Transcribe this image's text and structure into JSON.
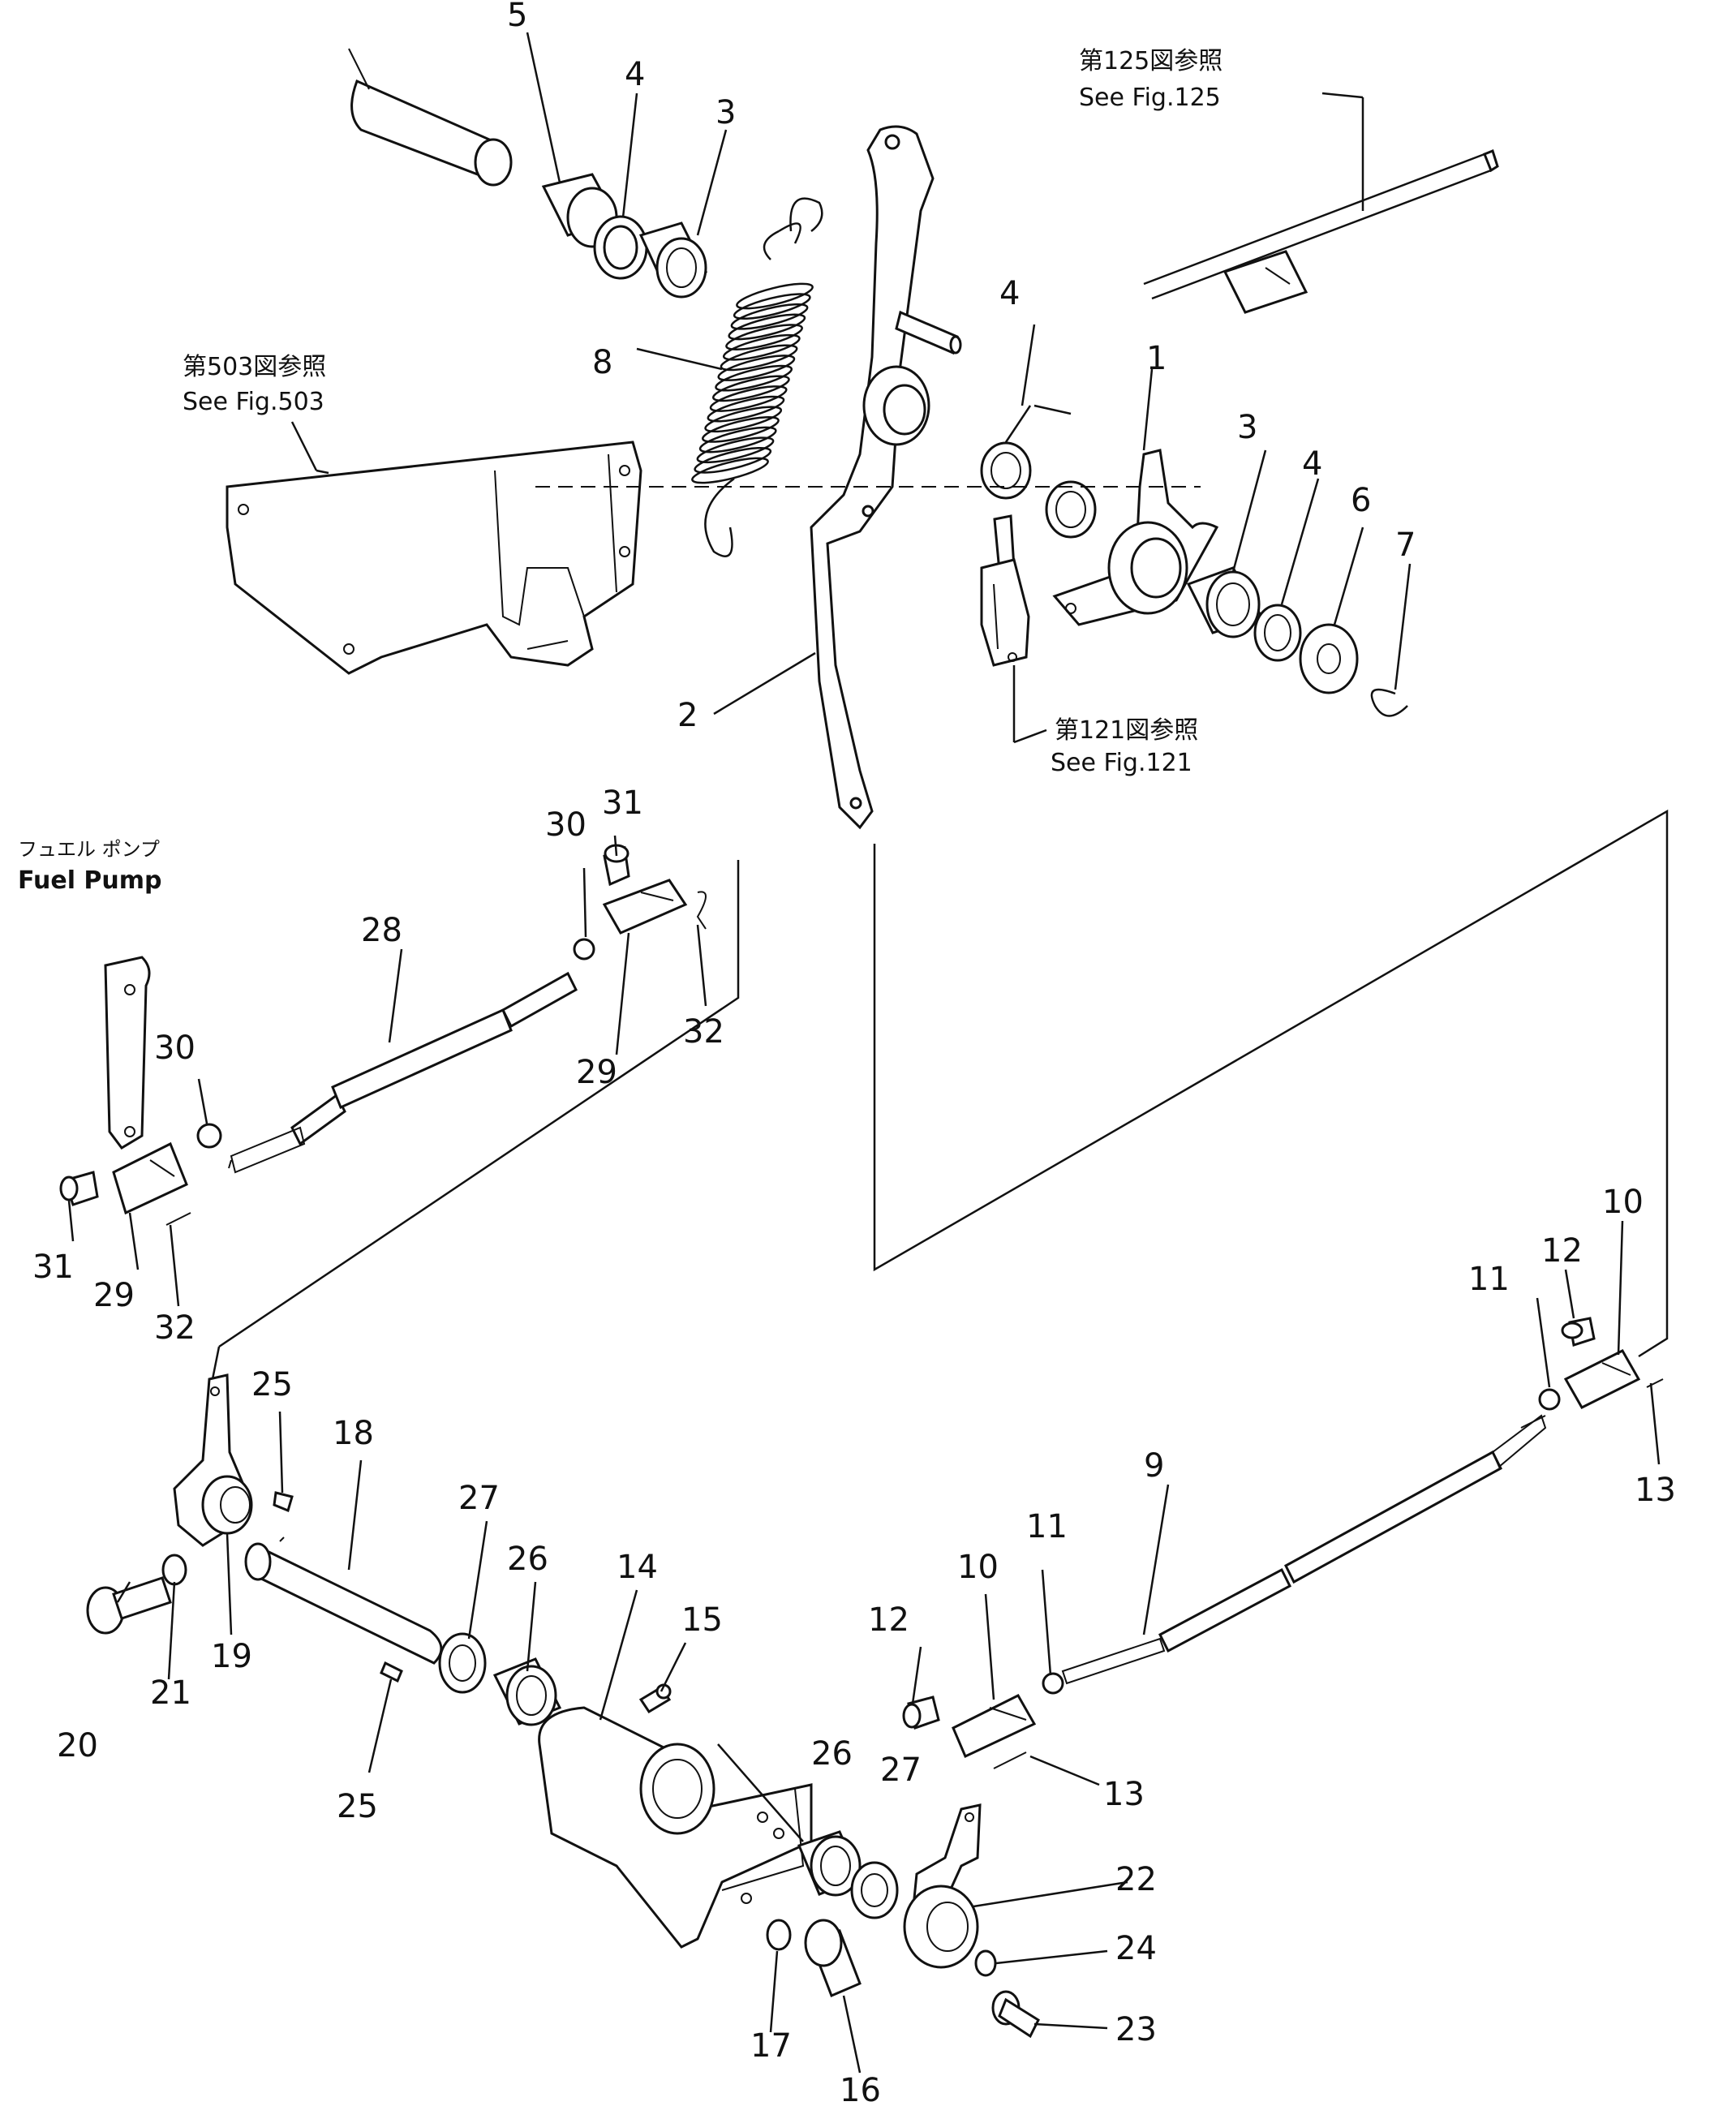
{
  "references": {
    "fig125_jp": "第125図参照",
    "fig125_en": "See Fig.125",
    "fig503_jp": "第503図参照",
    "fig503_en": "See Fig.503",
    "fig121_jp": "第121図参照",
    "fig121_en": "See Fig.121",
    "fuel_pump_jp": "フュエル ポンプ",
    "fuel_pump_en": "Fuel Pump"
  },
  "callouts": {
    "c5": "5",
    "c4a": "4",
    "c3a": "3",
    "c8": "8",
    "c4b": "4",
    "c1": "1",
    "c3b": "3",
    "c4c": "4",
    "c6": "6",
    "c7": "7",
    "c2": "2",
    "c31a": "31",
    "c30a": "30",
    "c28": "28",
    "c29a": "29",
    "c32a": "32",
    "c30b": "30",
    "c31b": "31",
    "c29b": "29",
    "c32b": "32",
    "c10a": "10",
    "c12a": "12",
    "c11a": "11",
    "c13a": "13",
    "c9": "9",
    "c25a": "25",
    "c18": "18",
    "c27a": "27",
    "c26a": "26",
    "c14": "14",
    "c15": "15",
    "c12b": "12",
    "c10b": "10",
    "c11b": "11",
    "c13b": "13",
    "c20": "20",
    "c21": "21",
    "c19": "19",
    "c25b": "25",
    "c26b": "26",
    "c27b": "27",
    "c22": "22",
    "c24": "24",
    "c23": "23",
    "c17": "17",
    "c16": "16"
  }
}
